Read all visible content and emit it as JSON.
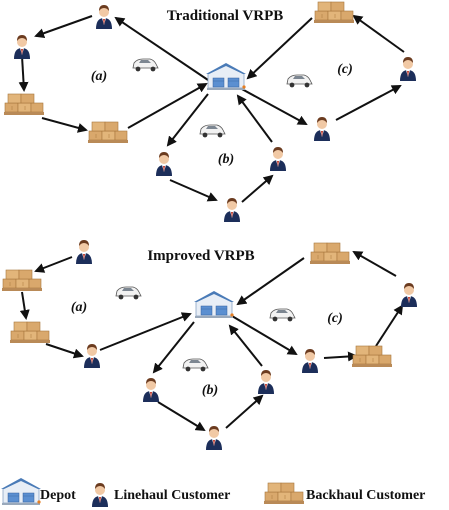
{
  "diagrams": [
    {
      "title": "Traditional VRPB",
      "routes": {
        "a": "(a)",
        "b": "(b)",
        "c": "(c)"
      }
    },
    {
      "title": "Improved VRPB",
      "routes": {
        "a": "(a)",
        "b": "(b)",
        "c": "(c)"
      }
    }
  ],
  "legend": {
    "depot": "Depot",
    "linehaul": "Linehaul Customer",
    "backhaul": "Backhaul Customer"
  }
}
